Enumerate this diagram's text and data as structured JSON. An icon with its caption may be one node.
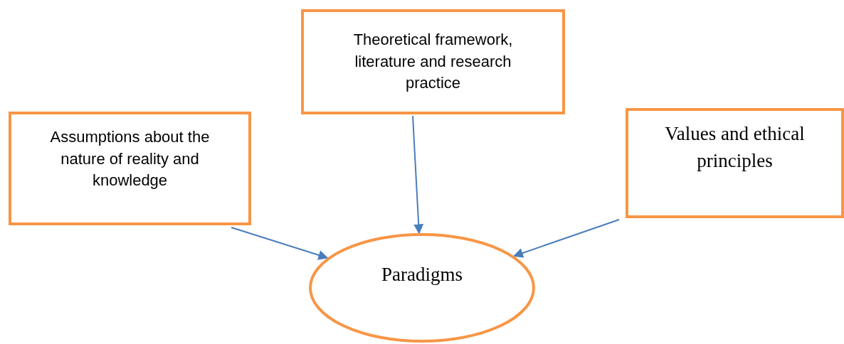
{
  "diagram": {
    "nodes": [
      {
        "text": [
          "Assumptions about the nature of reality and knowledge"
        ]
      },
      {
        "text": [
          "Theoretical framework, literature and research practice"
        ]
      },
      {
        "text": [
          "Values and ethical principles"
        ]
      },
      {
        "text": [
          "Paradigms"
        ]
      }
    ],
    "edges": [
      {
        "from": 0,
        "to": 3,
        "arrow": "to"
      },
      {
        "from": 1,
        "to": 3,
        "arrow": "to"
      },
      {
        "from": 2,
        "to": 3,
        "arrow": "to"
      }
    ]
  }
}
